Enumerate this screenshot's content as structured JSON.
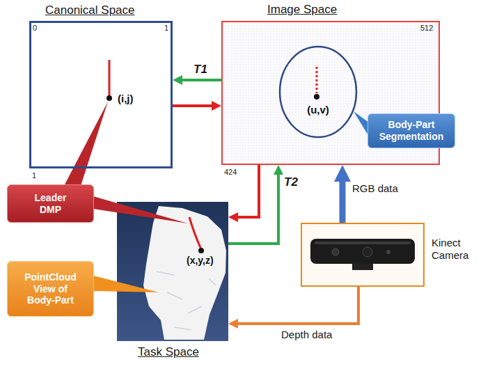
{
  "diagram": {
    "nodes": [
      {
        "text": [
          "Canonical Space",
          "(i,j)"
        ]
      },
      {
        "text": [
          "Image Space"
        ]
      },
      {
        "text": [
          "(u,v)"
        ],
        "in": 1
      },
      {
        "text": [
          "Body-Part Segmentation"
        ]
      },
      {
        "text": [
          "Leader DMP"
        ]
      },
      {
        "text": [
          "Kinect Camera"
        ]
      },
      {
        "text": [
          "(x,y,z)",
          "Task Space"
        ]
      },
      {
        "text": [
          "PointCloud View of Body-Part"
        ]
      }
    ],
    "edges": [
      {
        "from": 1,
        "to": 0,
        "arrow": "to",
        "label": "T1"
      },
      {
        "from": 0,
        "to": 1,
        "arrow": "to"
      },
      {
        "from": 1,
        "to": 6,
        "arrow": "to"
      },
      {
        "from": 6,
        "to": 1,
        "arrow": "to",
        "label": "T2"
      },
      {
        "from": 5,
        "to": 1,
        "arrow": "to",
        "label": "RGB data"
      },
      {
        "from": 5,
        "to": 6,
        "arrow": "to",
        "label": "Depth data"
      }
    ],
    "labels": [
      "0",
      "1",
      "1",
      "512",
      "424"
    ]
  }
}
